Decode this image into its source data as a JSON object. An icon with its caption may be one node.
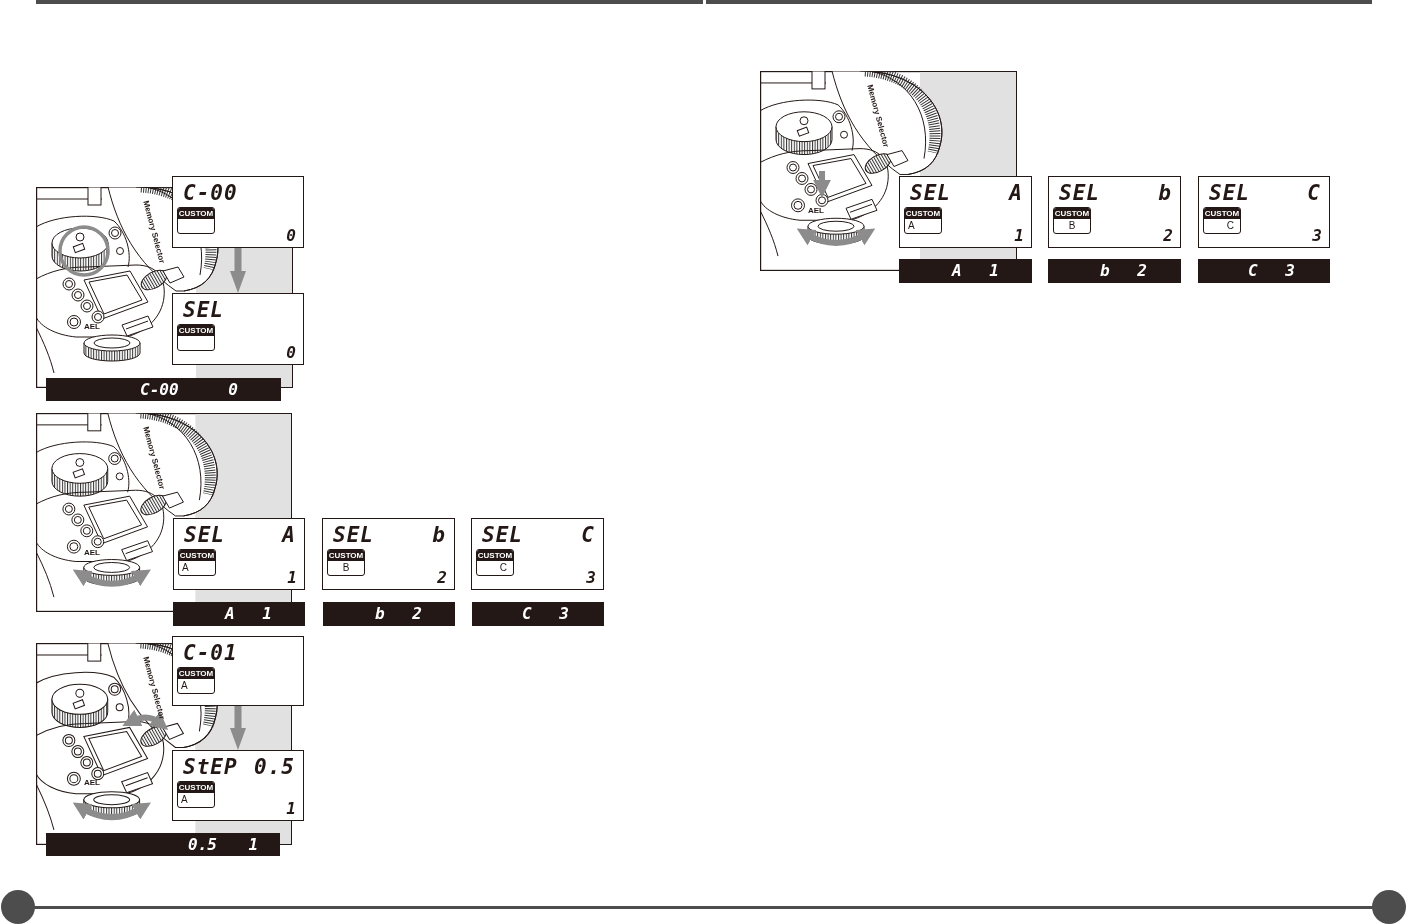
{
  "diagram": {
    "nodes": [
      {
        "text": [
          "C-00",
          "0"
        ]
      },
      {
        "text": [
          "CUSTOM"
        ],
        "in": 0
      },
      {
        "text": [
          "SEL",
          "0"
        ]
      },
      {
        "text": [
          "CUSTOM"
        ],
        "in": 2
      },
      {
        "text": [
          "C-00 0"
        ]
      },
      {
        "text": [
          "SEL A",
          "1"
        ]
      },
      {
        "text": [
          "CUSTOM",
          "A"
        ],
        "in": 5
      },
      {
        "text": [
          "SEL b",
          "2"
        ]
      },
      {
        "text": [
          "CUSTOM",
          "B"
        ],
        "in": 7
      },
      {
        "text": [
          "SEL C",
          "3"
        ]
      },
      {
        "text": [
          "CUSTOM",
          "C"
        ],
        "in": 9
      },
      {
        "text": [
          "A 1"
        ]
      },
      {
        "text": [
          "b 2"
        ]
      },
      {
        "text": [
          "C 3"
        ]
      },
      {
        "text": [
          "C-01"
        ]
      },
      {
        "text": [
          "CUSTOM",
          "A"
        ],
        "in": 14
      },
      {
        "text": [
          "StEP 0.5",
          "1"
        ]
      },
      {
        "text": [
          "CUSTOM",
          "A"
        ],
        "in": 16
      },
      {
        "text": [
          "0.5 1"
        ]
      },
      {
        "text": [
          "SEL A",
          "1"
        ]
      },
      {
        "text": [
          "CUSTOM",
          "A"
        ],
        "in": 19
      },
      {
        "text": [
          "SEL b",
          "2"
        ]
      },
      {
        "text": [
          "CUSTOM",
          "B"
        ],
        "in": 21
      },
      {
        "text": [
          "SEL C",
          "3"
        ]
      },
      {
        "text": [
          "CUSTOM",
          "C"
        ],
        "in": 23
      },
      {
        "text": [
          "A 1"
        ]
      },
      {
        "text": [
          "b 2"
        ]
      },
      {
        "text": [
          "C 3"
        ]
      }
    ],
    "edges": [
      {
        "from": 0,
        "to": 2,
        "arrow": "to"
      },
      {
        "from": 14,
        "to": 16,
        "arrow": "to"
      }
    ],
    "labels": [
      "Memory Selector",
      "AEL",
      "Memory Selector",
      "AEL",
      "Memory Selector",
      "AEL",
      "Memory Selector",
      "AEL"
    ]
  }
}
